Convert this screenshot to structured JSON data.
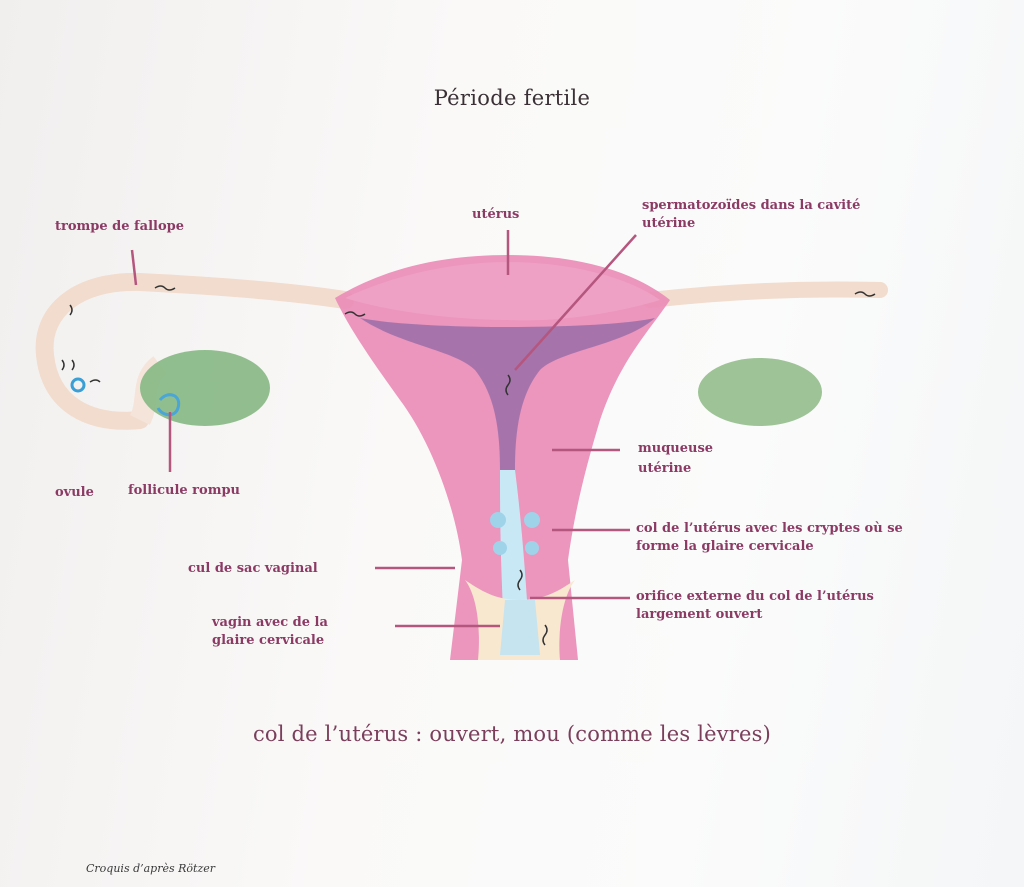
{
  "title": "Période fertile",
  "caption": "col de l’utérus : ouvert, mou (comme les lèvres)",
  "credit": "Croquis d’après Rötzer",
  "labels": {
    "trompe": "trompe de fallope",
    "uterus": "utérus",
    "spermatozoides_1": "spermatozoïdes dans la cavité",
    "spermatozoides_2": "utérine",
    "ovule": "ovule",
    "follicule": "follicule rompu",
    "muqueuse_1": "muqueuse",
    "muqueuse_2": "utérine",
    "col_1": "col de l’utérus avec les cryptes où se",
    "col_2": "forme la glaire cervicale",
    "cul_de_sac": "cul de sac vaginal",
    "orifice_1": "orifice externe du col de l’utérus",
    "orifice_2": "largement ouvert",
    "vagin_1": "vagin avec de la",
    "vagin_2": "glaire cervicale"
  },
  "colors": {
    "label": "#8b3a64",
    "pink": "#e889b4",
    "purple": "#9a6fa8",
    "tube": "#f3ddd0",
    "ovary": "#86b884",
    "mucus": "#9fd3ea",
    "leader": "#b5567f"
  }
}
